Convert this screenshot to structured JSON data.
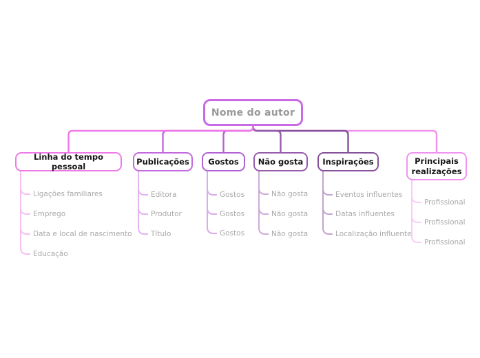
{
  "canvas": {
    "background": "#ffffff"
  },
  "mindmap": {
    "root": {
      "label": "Nome do autor",
      "border_color": "#c96be4",
      "text_color": "#999999"
    },
    "branches": [
      {
        "label": "Linha do tempo pessoal",
        "border_color": "#ee7ae8",
        "child_line_color": "#f6bff0",
        "children": [
          "Ligações familiares",
          "Emprego",
          "Data e local de nascimento",
          "Educação"
        ]
      },
      {
        "label": "Publicações",
        "border_color": "#c369e0",
        "child_line_color": "#e4b2f1",
        "children": [
          "Editora",
          "Produtor",
          "Título"
        ]
      },
      {
        "label": "Gostos",
        "border_color": "#b163d6",
        "child_line_color": "#d7ace9",
        "children": [
          "Gostos",
          "Gostos",
          "Gostos"
        ]
      },
      {
        "label": "Não gosta",
        "border_color": "#965bab",
        "child_line_color": "#cdaad9",
        "children": [
          "Não gosta",
          "Não gosta",
          "Não gosta"
        ]
      },
      {
        "label": "Inspirações",
        "border_color": "#85519a",
        "child_line_color": "#c2a3cf",
        "children": [
          "Eventos influentes",
          "Datas influentes",
          "Localização influente"
        ]
      },
      {
        "label": "Principais realizações",
        "border_color": "#f193ee",
        "child_line_color": "#f9ccf4",
        "children": [
          "Profissional",
          "Profissional",
          "Profissional"
        ]
      }
    ],
    "branch_text_color": "#161616",
    "child_text_color": "#a9a9a9"
  }
}
